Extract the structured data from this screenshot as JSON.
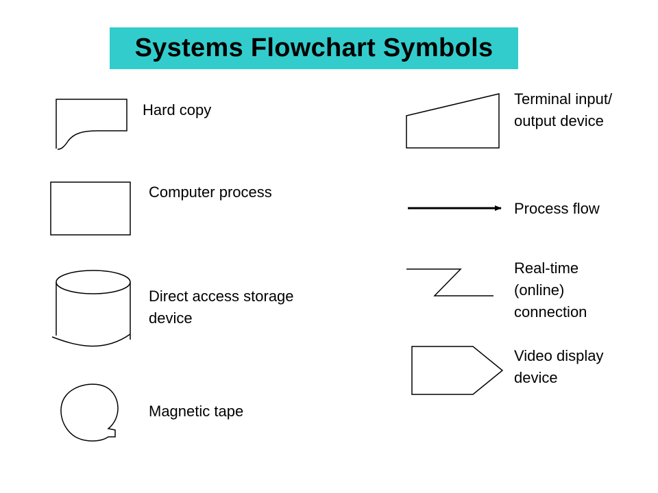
{
  "title": "Systems Flowchart Symbols",
  "colors": {
    "title_background": "#33cccc",
    "stroke": "#000000",
    "text": "#000000"
  },
  "symbols": [
    {
      "id": "hard-copy",
      "shape": "document",
      "label": [
        "Hard copy"
      ]
    },
    {
      "id": "computer-process",
      "shape": "rectangle",
      "label": [
        "Computer process"
      ]
    },
    {
      "id": "direct-access-storage",
      "shape": "cylinder",
      "label": [
        "Direct access storage",
        "device"
      ]
    },
    {
      "id": "magnetic-tape",
      "shape": "tape-circle",
      "label": [
        "Magnetic tape"
      ]
    },
    {
      "id": "terminal-io",
      "shape": "manual-input-trapezoid",
      "label": [
        "Terminal input/",
        "output device"
      ]
    },
    {
      "id": "process-flow",
      "shape": "arrow",
      "label": [
        "Process flow"
      ]
    },
    {
      "id": "realtime-connection",
      "shape": "zigzag-line",
      "label": [
        "Real-time",
        "(online)",
        "connection"
      ]
    },
    {
      "id": "video-display",
      "shape": "display-pentagon",
      "label": [
        "Video display",
        "device"
      ]
    }
  ]
}
